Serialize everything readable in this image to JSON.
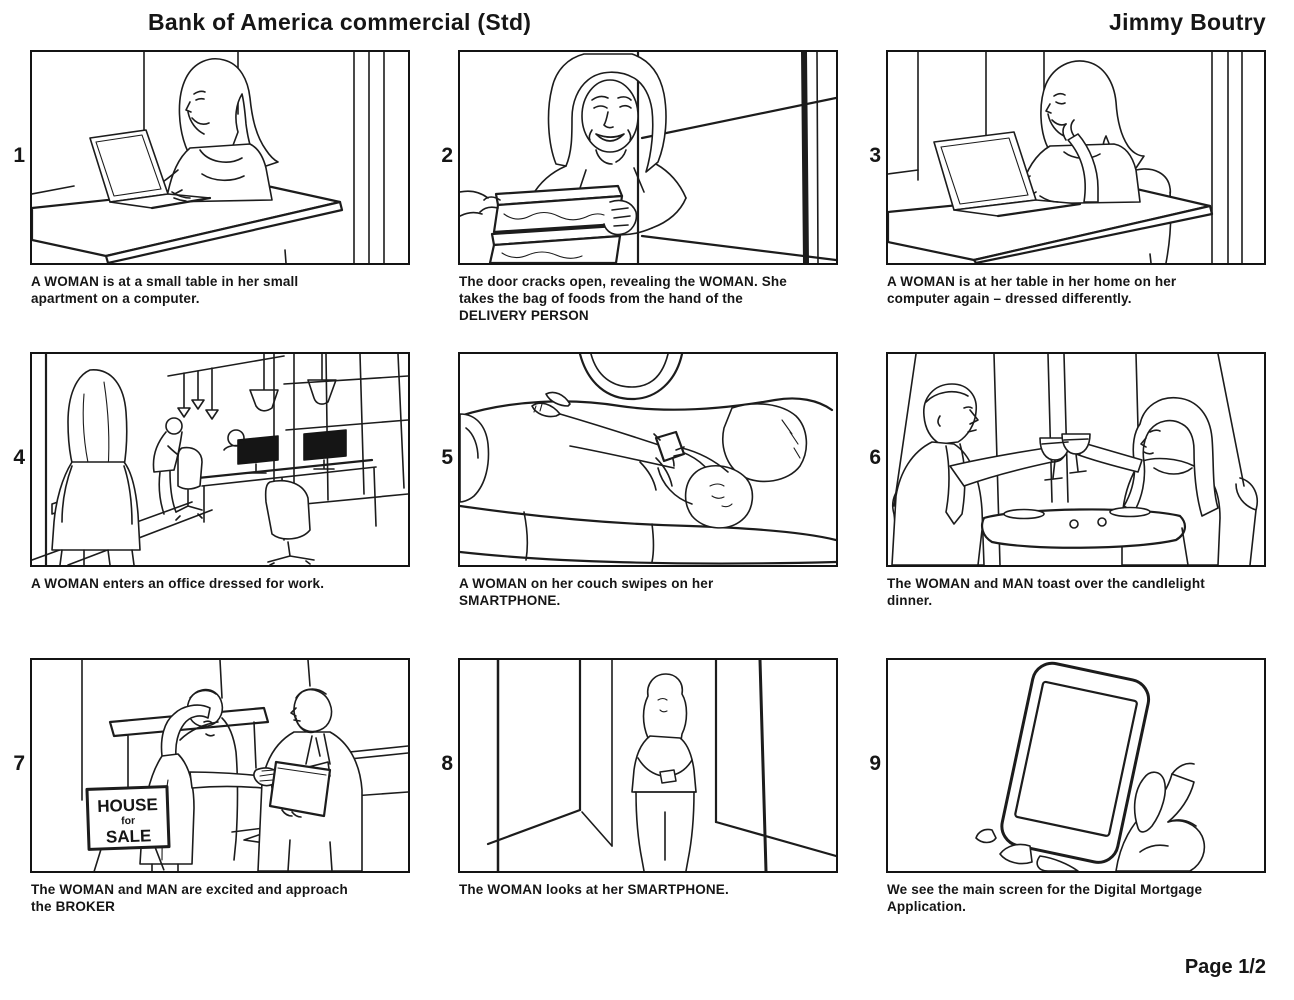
{
  "header": {
    "title": "Bank of America commercial (Std)",
    "author": "Jimmy Boutry"
  },
  "footer": {
    "page_label": "Page 1/2"
  },
  "panels": [
    {
      "number": "1",
      "caption": "A WOMAN is at a small table in her small\napartment on a computer."
    },
    {
      "number": "2",
      "caption": "The door cracks open, revealing the WOMAN. She\ntakes the bag of foods from the hand of the\nDELIVERY PERSON"
    },
    {
      "number": "3",
      "caption": "A WOMAN is at her table in her home on her\ncomputer again – dressed differently."
    },
    {
      "number": "4",
      "caption": "A WOMAN enters an office dressed for work."
    },
    {
      "number": "5",
      "caption": "A WOMAN on her couch swipes on her\nSMARTPHONE."
    },
    {
      "number": "6",
      "caption": "The WOMAN and MAN toast over the candlelight\ndinner."
    },
    {
      "number": "7",
      "caption": "The WOMAN and MAN are excited and approach\nthe BROKER",
      "sign": {
        "line1": "HOUSE",
        "line2": "for",
        "line3": "SALE"
      }
    },
    {
      "number": "8",
      "caption": "The WOMAN looks at her SMARTPHONE."
    },
    {
      "number": "9",
      "caption": "We see the main screen for the Digital Mortgage\nApplication."
    }
  ]
}
